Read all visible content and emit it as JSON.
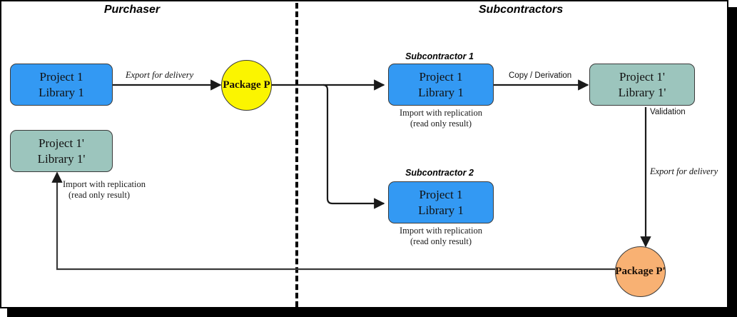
{
  "diagram": {
    "title_left": "Purchaser",
    "title_right": "Subcontractors"
  },
  "nodes": {
    "purchaser_source": {
      "line1": "Project 1",
      "line2": "Library 1",
      "color": "#3399f3"
    },
    "purchaser_result": {
      "line1": "Project 1'",
      "line2": "Library 1'",
      "color": "#9cc5bd",
      "caption_line1": "Import with replication",
      "caption_line2": "(read only result)"
    },
    "sub1_project": {
      "header": "Subcontractor 1",
      "line1": "Project 1",
      "line2": "Library 1",
      "color": "#3399f3",
      "caption_line1": "Import with replication",
      "caption_line2": "(read only result)"
    },
    "sub1_derived": {
      "line1": "Project 1'",
      "line2": "Library 1'",
      "color": "#9cc5bd"
    },
    "sub2_project": {
      "header": "Subcontractor 2",
      "line1": "Project 1",
      "line2": "Library 1",
      "color": "#3399f3",
      "caption_line1": "Import with replication",
      "caption_line2": "(read only result)"
    },
    "package_p": {
      "label": "Package P",
      "color": "#fbf500"
    },
    "package_p_prime": {
      "label": "Package P'",
      "color": "#f8b173"
    }
  },
  "edges": {
    "export_left": "Export for delivery",
    "copy_derivation": "Copy / Derivation",
    "validation": "Validation",
    "export_right": "Export for delivery"
  }
}
